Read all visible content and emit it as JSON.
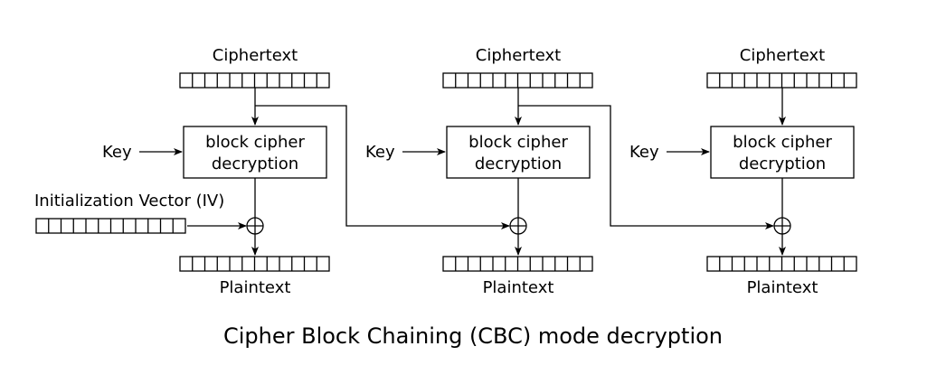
{
  "caption": "Cipher Block Chaining (CBC) mode decryption",
  "iv_label": "Initialization Vector (IV)",
  "stages": [
    {
      "ciphertext": "Ciphertext",
      "key": "Key",
      "cipher_line1": "block cipher",
      "cipher_line2": "decryption",
      "plaintext": "Plaintext"
    },
    {
      "ciphertext": "Ciphertext",
      "key": "Key",
      "cipher_line1": "block cipher",
      "cipher_line2": "decryption",
      "plaintext": "Plaintext"
    },
    {
      "ciphertext": "Ciphertext",
      "key": "Key",
      "cipher_line1": "block cipher",
      "cipher_line2": "decryption",
      "plaintext": "Plaintext"
    }
  ]
}
